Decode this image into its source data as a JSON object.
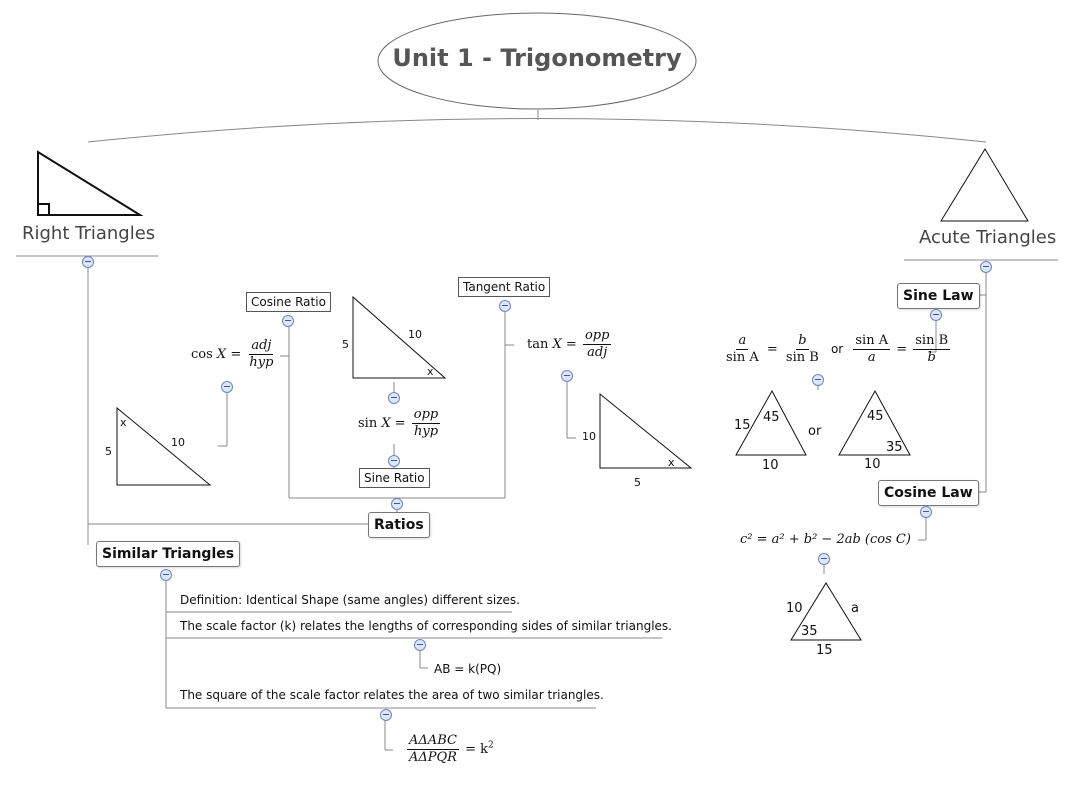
{
  "root": {
    "title": "Unit 1 - Trigonometry"
  },
  "right_branch": {
    "label": "Right Triangles",
    "ratios": {
      "title": "Ratios",
      "cosine": {
        "label": "Cosine Ratio",
        "fn": "cos",
        "var": "X",
        "num": "adj",
        "den": "hyp",
        "tri_a": "x",
        "tri_b": "5",
        "tri_c": "10"
      },
      "sine": {
        "label": "Sine Ratio",
        "fn": "sin",
        "var": "X",
        "num": "opp",
        "den": "hyp",
        "tri_a": "5",
        "tri_b": "10",
        "tri_c": "x"
      },
      "tangent": {
        "label": "Tangent Ratio",
        "fn": "tan",
        "var": "X",
        "num": "opp",
        "den": "adj",
        "tri_a": "10",
        "tri_b": "5",
        "tri_c": "x"
      }
    },
    "similar": {
      "title": "Similar Triangles",
      "definition": "Definition: Identical Shape (same angles) different sizes.",
      "scale": "The scale factor (k) relates the lengths of corresponding sides of similar triangles.",
      "scale_eq": "AB = k(PQ)",
      "area": "The square of the scale factor relates the area of two similar triangles.",
      "area_num": "AΔABC",
      "area_den": "AΔPQR",
      "area_rhs": "= k",
      "area_exp": "2"
    }
  },
  "acute_branch": {
    "label": "Acute Triangles",
    "sine_law": {
      "title": "Sine Law",
      "f1_num": "a",
      "f1_den": "sin A",
      "f2_num": "b",
      "f2_den": "sin B",
      "or": "or",
      "f3_num": "sin A",
      "f3_den": "a",
      "f4_num": "sin B",
      "f4_den": "b",
      "tri1_side": "15",
      "tri1_angle": "45",
      "tri1_base": "10",
      "tri2_angle1": "45",
      "tri2_angle2": "35",
      "tri2_base": "10"
    },
    "cosine_law": {
      "title": "Cosine Law",
      "formula": "c² = a² + b² − 2ab (cos C)",
      "tri_left": "10",
      "tri_right": "a",
      "tri_angle": "35",
      "tri_base": "15"
    }
  }
}
